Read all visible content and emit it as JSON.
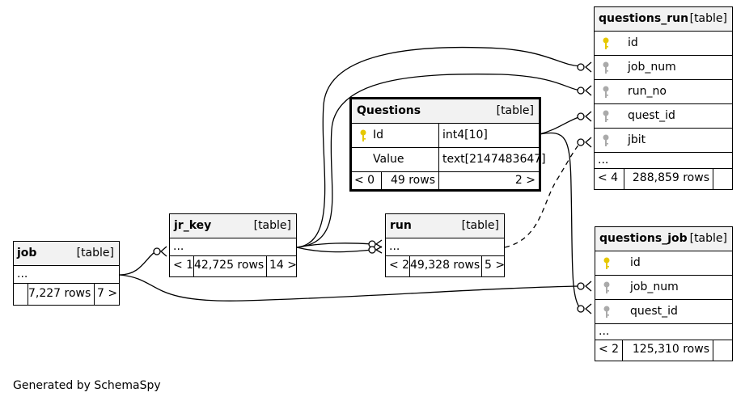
{
  "tables": {
    "questions_run": {
      "name": "questions_run",
      "tag": "[table]",
      "columns": [
        "id",
        "job_num",
        "run_no",
        "quest_id",
        "jbit"
      ],
      "ellipsis": "...",
      "footer": {
        "left": "< 4",
        "rows": "288,859 rows",
        "right": ""
      }
    },
    "questions": {
      "name": "Questions",
      "tag": "[table]",
      "columns": [
        {
          "name": "Id",
          "type": "int4[10]"
        },
        {
          "name": "Value",
          "type": "text[2147483647]"
        }
      ],
      "footer": {
        "left": "< 0",
        "rows": "49 rows",
        "right": "2 >"
      }
    },
    "jr_key": {
      "name": "jr_key",
      "tag": "[table]",
      "ellipsis": "...",
      "footer": {
        "left": "< 1",
        "rows": "42,725 rows",
        "right": "14 >"
      }
    },
    "run": {
      "name": "run",
      "tag": "[table]",
      "ellipsis": "...",
      "footer": {
        "left": "< 2",
        "rows": "49,328 rows",
        "right": "5 >"
      }
    },
    "job": {
      "name": "job",
      "tag": "[table]",
      "ellipsis": "...",
      "footer": {
        "left": "",
        "rows": "7,227 rows",
        "right": "7 >"
      }
    },
    "questions_job": {
      "name": "questions_job",
      "tag": "[table]",
      "columns": [
        "id",
        "job_num",
        "quest_id"
      ],
      "ellipsis": "...",
      "footer": {
        "left": "< 2",
        "rows": "125,310 rows",
        "right": ""
      }
    }
  },
  "colors": {
    "primary_key": "#e6c800",
    "foreign_key": "#aaaaaa",
    "header_bg": "#f2f2f2"
  },
  "generated_by": "Generated by SchemaSpy"
}
